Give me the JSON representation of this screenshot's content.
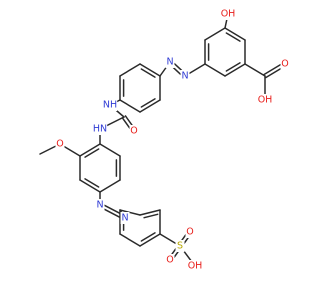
{
  "colors": {
    "bond": "#2b2b2b",
    "oxygen": "#e8201c",
    "nitrogen": "#2f3bd4",
    "sulfur": "#b8a800"
  },
  "labels": {
    "oh_top": "OH",
    "cooh_o": "O",
    "cooh_oh": "OH",
    "nh_top": "NH",
    "nh_left": "HN",
    "urea_o": "O",
    "methoxy_o": "O",
    "azo_top_n1": "N",
    "azo_top_n2": "N",
    "azo_bottom_n1": "N",
    "azo_bottom_n2": "N",
    "sulfo_s": "S",
    "sulfo_o_top": "O",
    "sulfo_o_bottom": "O",
    "sulfo_oh": "OH"
  }
}
